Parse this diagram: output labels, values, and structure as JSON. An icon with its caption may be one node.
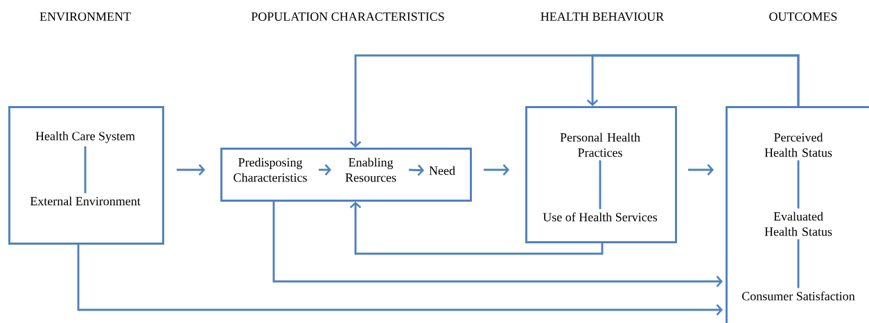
{
  "diagram": {
    "nodes": [
      {
        "text": [],
        "shape": "box"
      },
      {
        "text": [
          "Health Care System"
        ],
        "in": 0
      },
      {
        "text": [
          "External Environment"
        ],
        "in": 0
      },
      {
        "text": [],
        "shape": "box"
      },
      {
        "text": [
          "Predisposing Characteristics"
        ],
        "in": 3
      },
      {
        "text": [
          "Enabling Resources"
        ],
        "in": 3
      },
      {
        "text": [
          "Need"
        ],
        "in": 3
      },
      {
        "text": [],
        "shape": "box"
      },
      {
        "text": [
          "Personal Health Practices"
        ],
        "in": 7
      },
      {
        "text": [
          "Use of Health Services"
        ],
        "in": 7
      },
      {
        "text": [],
        "shape": "box"
      },
      {
        "text": [
          "Perceived Health Status"
        ],
        "in": 10
      },
      {
        "text": [
          "Evaluated Health Status"
        ],
        "in": 10
      },
      {
        "text": [
          "Consumer Satisfaction"
        ],
        "in": 10
      }
    ],
    "edges": [
      {
        "from": 1,
        "to": 2,
        "arrow": "none"
      },
      {
        "from": 4,
        "to": 5,
        "arrow": "to"
      },
      {
        "from": 5,
        "to": 6,
        "arrow": "to"
      },
      {
        "from": 8,
        "to": 9,
        "arrow": "none"
      },
      {
        "from": 11,
        "to": 12,
        "arrow": "none"
      },
      {
        "from": 12,
        "to": 13,
        "arrow": "none"
      },
      {
        "from": 0,
        "to": 3,
        "arrow": "to"
      },
      {
        "from": 3,
        "to": 7,
        "arrow": "to"
      },
      {
        "from": 7,
        "to": 10,
        "arrow": "to"
      },
      {
        "from": 10,
        "to": 3,
        "arrow": "to"
      },
      {
        "from": 10,
        "to": 7,
        "arrow": "to"
      },
      {
        "from": 7,
        "to": 3,
        "arrow": "to"
      },
      {
        "from": 3,
        "to": 10,
        "arrow": "to"
      },
      {
        "from": 0,
        "to": 10,
        "arrow": "to"
      }
    ],
    "labels": [
      "ENVIRONMENT",
      "POPULATION CHARACTERISTICS",
      "HEALTH BEHAVIOUR",
      "OUTCOMES"
    ]
  }
}
